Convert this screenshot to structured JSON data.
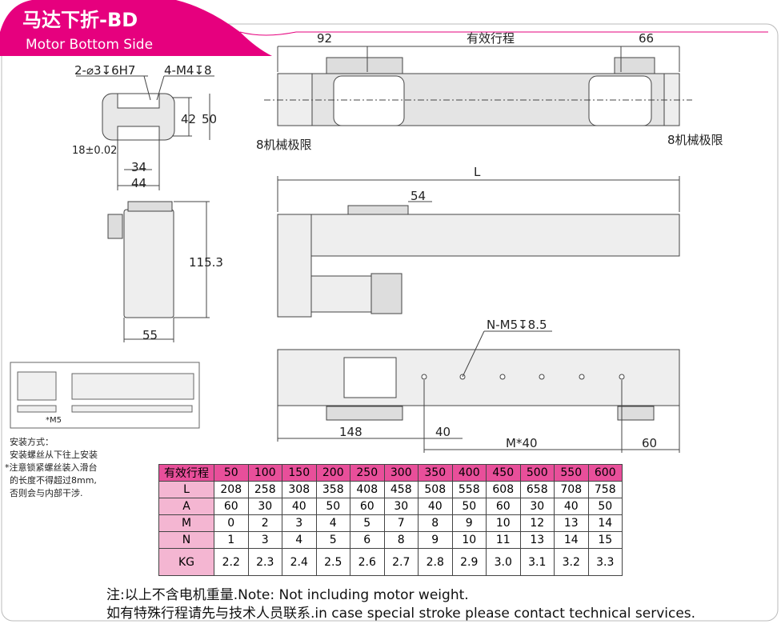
{
  "header": {
    "title_cn": "马达下折-BD",
    "title_en": "Motor Bottom Side"
  },
  "colors": {
    "brand": "#e6007e",
    "table_header": "#e84f9a",
    "table_rowhead": "#f4b6d2"
  },
  "top_view": {
    "dim_left": "92",
    "dim_stroke": "有效行程",
    "dim_right": "66",
    "limit_left": "8机械极限",
    "limit_right": "8机械极限"
  },
  "side_view": {
    "dim_L": "L",
    "dim_54": "54"
  },
  "bottom_view": {
    "hole_note": "N-M5↧8.5",
    "dim_148": "148",
    "dim_40": "40",
    "dim_m40": "M*40",
    "dim_60": "60"
  },
  "end_view": {
    "pin_note": "2-⌀3↧6H7",
    "screw_note": "4-M4↧8",
    "dim_42": "42",
    "dim_50": "50",
    "dim_18": "18±0.02",
    "dim_34": "34",
    "dim_44": "44"
  },
  "front_view": {
    "dim_height": "115.3",
    "dim_width": "55"
  },
  "mount_diagram": {
    "screw_label": "*M5"
  },
  "notes": [
    "安装方式：",
    "安装螺丝从下往上安装",
    "*注意锁紧螺丝装入滑台",
    "的长度不得超过8mm,",
    "否则会与内部干涉."
  ],
  "table": {
    "header": [
      "有效行程",
      "50",
      "100",
      "150",
      "200",
      "250",
      "300",
      "350",
      "400",
      "450",
      "500",
      "550",
      "600"
    ],
    "rows": [
      [
        "L",
        "208",
        "258",
        "308",
        "358",
        "408",
        "458",
        "508",
        "558",
        "608",
        "658",
        "708",
        "758"
      ],
      [
        "A",
        "60",
        "30",
        "40",
        "50",
        "60",
        "30",
        "40",
        "50",
        "60",
        "30",
        "40",
        "50"
      ],
      [
        "M",
        "0",
        "2",
        "3",
        "4",
        "5",
        "7",
        "8",
        "9",
        "10",
        "12",
        "13",
        "14"
      ],
      [
        "N",
        "1",
        "3",
        "4",
        "5",
        "6",
        "8",
        "9",
        "10",
        "11",
        "13",
        "14",
        "15"
      ],
      [
        "KG",
        "2.2",
        "2.3",
        "2.4",
        "2.5",
        "2.6",
        "2.7",
        "2.8",
        "2.9",
        "3.0",
        "3.1",
        "3.2",
        "3.3"
      ]
    ]
  },
  "footer": {
    "line1": "注:以上不含电机重量.Note: Not including motor weight.",
    "line2": "如有特殊行程请先与技术人员联系.in case special stroke please contact technical services."
  }
}
